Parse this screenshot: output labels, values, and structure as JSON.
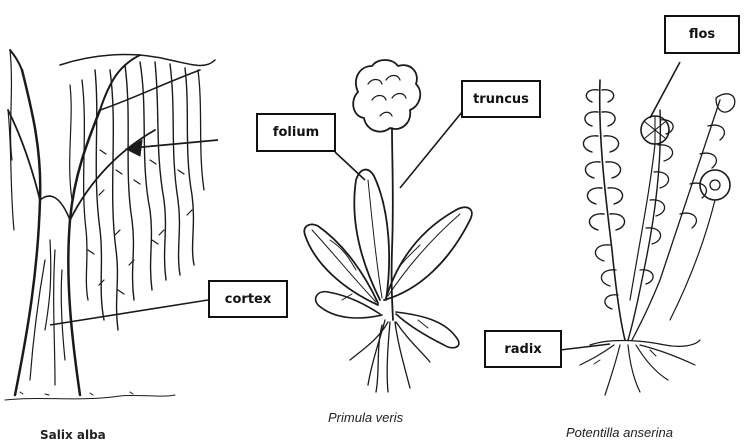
{
  "labels": {
    "folium": "folium",
    "truncus": "truncus",
    "flos": "flos",
    "cortex": "cortex",
    "radix": "radix"
  },
  "captions": {
    "salix": "Salix alba",
    "primula": "Primula veris",
    "potentilla": "Potentilla anserina"
  }
}
